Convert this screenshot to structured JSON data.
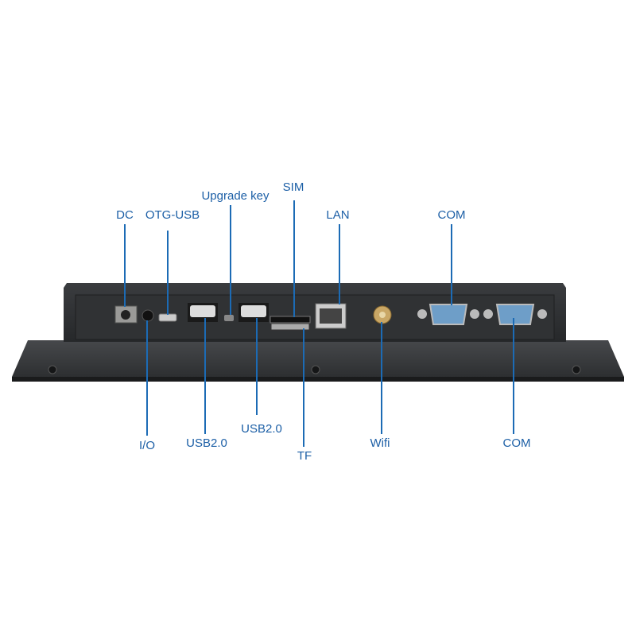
{
  "colors": {
    "label": "#1c5fa6",
    "leader": "#1c6bb5",
    "chassis": "#2e3033"
  },
  "labels_top": [
    {
      "id": "dc",
      "text": "DC"
    },
    {
      "id": "otg",
      "text": "OTG-USB"
    },
    {
      "id": "upgrade",
      "text": "Upgrade key"
    },
    {
      "id": "sim",
      "text": "SIM"
    },
    {
      "id": "lan",
      "text": "LAN"
    },
    {
      "id": "com1",
      "text": "COM"
    }
  ],
  "labels_bottom": [
    {
      "id": "io",
      "text": "I/O"
    },
    {
      "id": "usb1",
      "text": "USB2.0"
    },
    {
      "id": "usb2",
      "text": "USB2.0"
    },
    {
      "id": "tf",
      "text": "TF"
    },
    {
      "id": "wifi",
      "text": "Wifi"
    },
    {
      "id": "com2",
      "text": "COM"
    }
  ]
}
